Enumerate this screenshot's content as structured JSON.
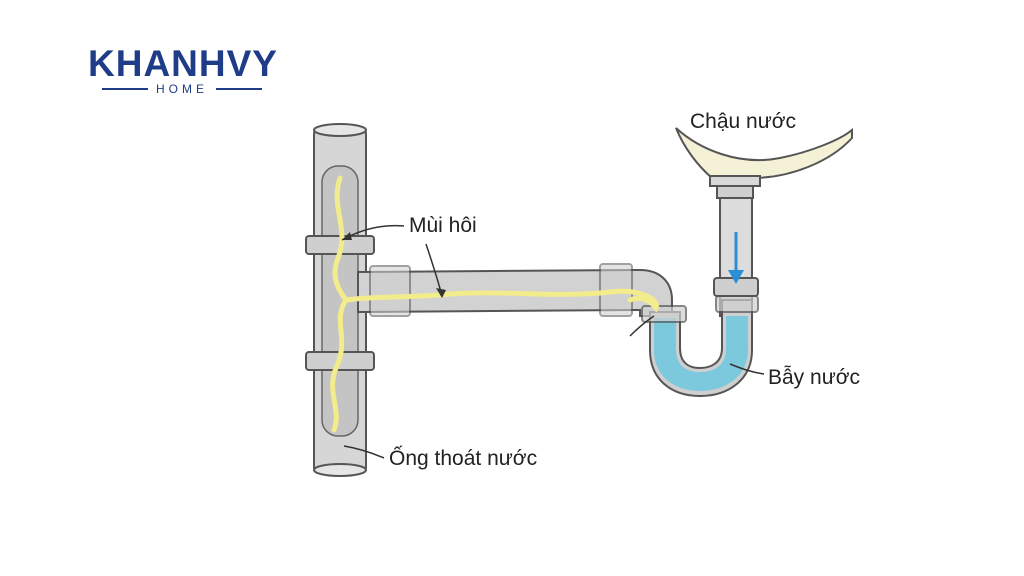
{
  "brand": {
    "name": "KHANHVY",
    "sub": "HOME",
    "color": "#1f3c88"
  },
  "labels": {
    "sink": "Chậu nước",
    "odor": "Mùi hôi",
    "trap": "Bẫy nước",
    "drain_pipe": "Ống thoát nước"
  },
  "colors": {
    "pipe_fill": "#c9c9c9",
    "pipe_stroke": "#555555",
    "odor": "#f2ec8c",
    "water": "#7cc9dd",
    "flow_arrow": "#2a8fd4",
    "sink": "#f5f1d6"
  },
  "icons": [
    "flow-arrow-icon"
  ]
}
